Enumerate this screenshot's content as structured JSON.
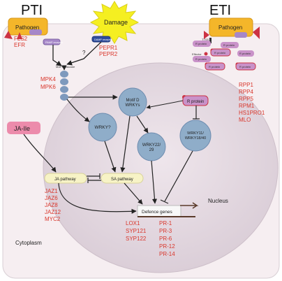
{
  "headings": {
    "pti": "PTI",
    "eti": "ETI"
  },
  "pathogen_label": "Pathogen",
  "pamp_receptor": "PAMP receptor",
  "damp_receptor": "DAMP receptor",
  "damage": "Damage",
  "question": "?",
  "mapk_cascade": "MAPK cascade",
  "ttss": "TTSS",
  "effector": "Effector",
  "r_protein": "R protein",
  "pti_genes": [
    "FLS2",
    "EFR"
  ],
  "damage_genes": [
    "PEPR1",
    "PEPR2"
  ],
  "mapk_genes": [
    "MPK4",
    "MPK6"
  ],
  "eti_genes": [
    "RPP1",
    "RPP4",
    "RPP5",
    "RPM1",
    "HS1PRO1",
    "MLO"
  ],
  "ja_ile": "JA-Ile",
  "wrky_q": "WRKY?",
  "motif_d": [
    "Motif D",
    "WRKYs"
  ],
  "wrky22": [
    "WRKY22/",
    "29"
  ],
  "wrky11": [
    "WRKY11/",
    "WRKY18/40"
  ],
  "ja_pathway": "JA pathway",
  "sa_pathway": "SA pathway",
  "ja_genes": [
    "JAZ1",
    "JAZ6",
    "JAZ8",
    "JAZ12",
    "MYC2"
  ],
  "defence_genes": "Defence genes",
  "nucleus": "Nucleus",
  "cytoplasm": "Cytoplasm",
  "defence_list_left": [
    "LOX1",
    "SYP121",
    "SYP122"
  ],
  "defence_list_right": [
    "PR-1",
    "PR-3",
    "PR-6",
    "PR-12",
    "PR-14"
  ],
  "colors": {
    "red_text": "#d9362b",
    "cell": "#f6eef1",
    "nucleus": "#e6dbe2",
    "node": "#8fadc9",
    "pathogen": "#f4b62a",
    "pathway": "#f7f3c6",
    "damage_star": "#f5ef21",
    "r_protein": "#c992c9",
    "ja_ile_box": "#ec8bab"
  }
}
